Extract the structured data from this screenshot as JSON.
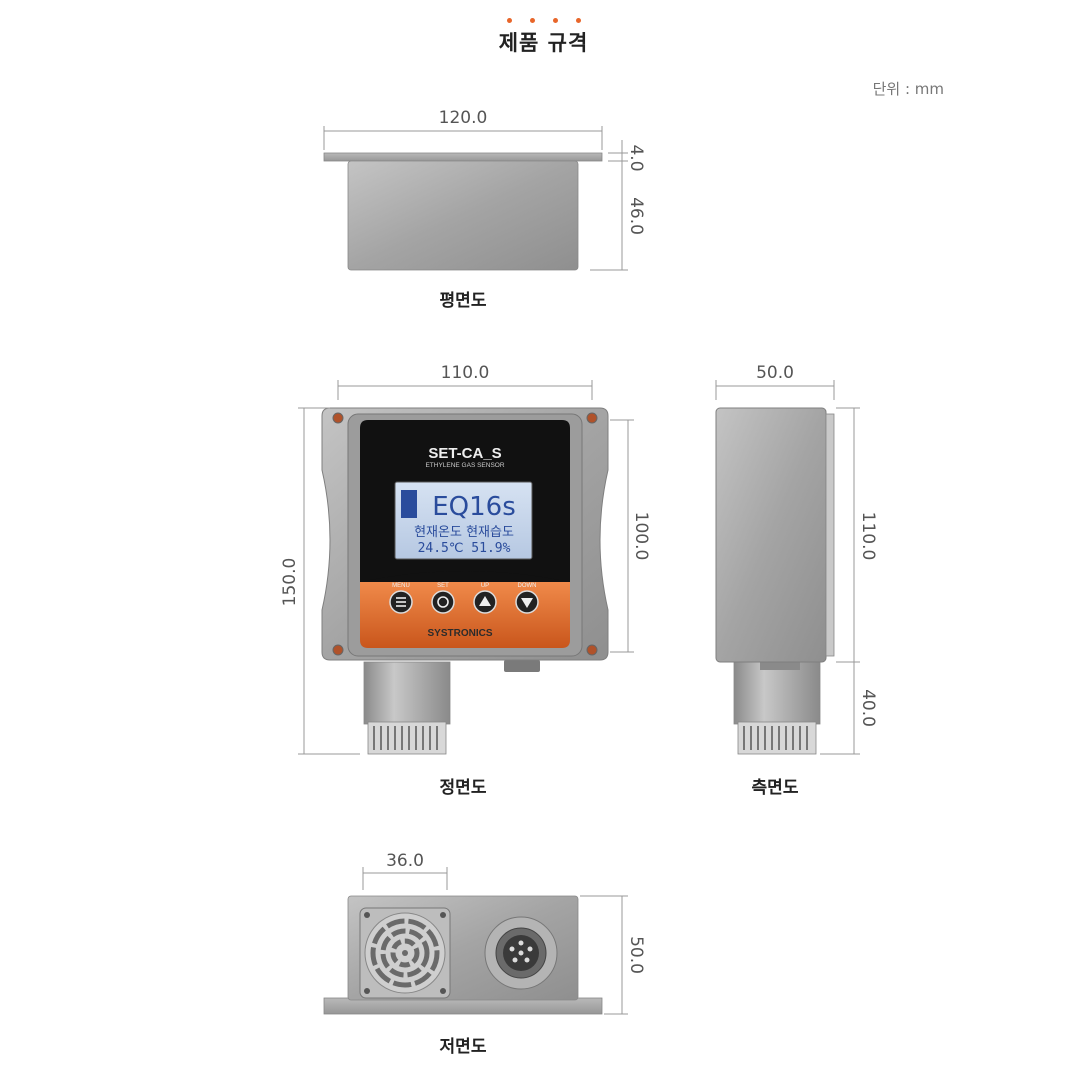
{
  "header": {
    "title": "제품 규격",
    "unit": "단위 : mm"
  },
  "views": {
    "plan": {
      "label": "평면도",
      "dims": {
        "width": "120.0",
        "flange": "4.0",
        "height": "46.0"
      }
    },
    "front": {
      "label": "정면도",
      "dims": {
        "width": "110.0",
        "height": "150.0",
        "body": "100.0"
      }
    },
    "side": {
      "label": "측면도",
      "dims": {
        "width": "50.0",
        "body": "110.0",
        "sensor": "40.0"
      }
    },
    "bottom": {
      "label": "저면도",
      "dims": {
        "width": "36.0",
        "height": "50.0"
      }
    }
  },
  "device": {
    "brand": "SET-CA_S",
    "subtitle": "ETHYLENE GAS SENSOR",
    "maker": "SYSTRONICS",
    "buttons": [
      "MENU",
      "SET",
      "UP",
      "DOWN"
    ],
    "lcd": {
      "line1": "EQ16s",
      "line2": "현재온도 현재습도",
      "line3": "24.5℃ 51.9%"
    }
  },
  "colors": {
    "accent": "#e8662a",
    "body": "#a9a9a9",
    "panel": "#111111",
    "lcd": "#c7d7ec"
  }
}
